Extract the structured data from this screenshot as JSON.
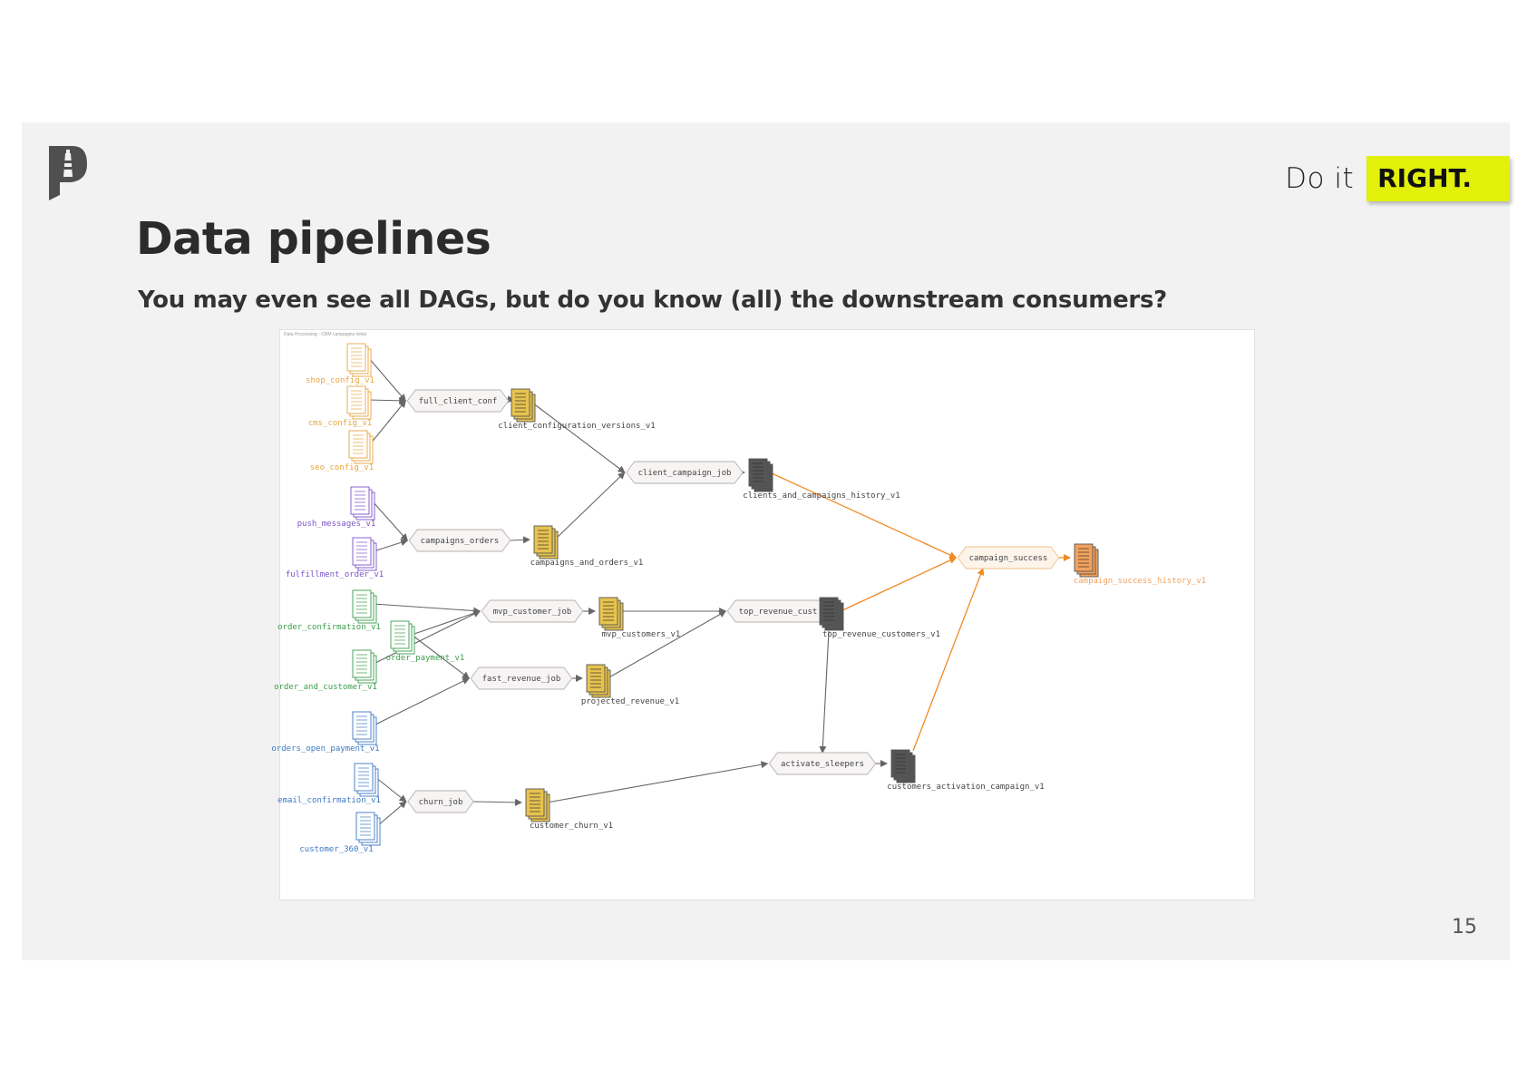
{
  "brand": {
    "prefix": "Do it",
    "highlight": "RIGHT."
  },
  "title": "Data pipelines",
  "subtitle": "You may even see all DAGs, but do you know (all) the downstream consumers?",
  "page_number": "15",
  "diagram": {
    "caption": "Data Processing - CRM campaigns initial",
    "colors": {
      "orange": "#e8a640",
      "purple": "#7a52c7",
      "green": "#3a9d4a",
      "blue": "#3a78c2",
      "yellow": "#e7c34f",
      "gray": "#555555",
      "peach": "#f2a25c",
      "edge": "#666666",
      "edge_highlight": "#f08a24"
    },
    "nodes": [
      {
        "id": "shop_config_v1",
        "label": "shop_config_v1",
        "kind": "dataset",
        "color": "orange"
      },
      {
        "id": "cms_config_v1",
        "label": "cms_config_v1",
        "kind": "dataset",
        "color": "orange"
      },
      {
        "id": "seo_config_v1",
        "label": "seo_config_v1",
        "kind": "dataset",
        "color": "orange"
      },
      {
        "id": "push_messages_v1",
        "label": "push_messages_v1",
        "kind": "dataset",
        "color": "purple"
      },
      {
        "id": "fulfillment_order_v1",
        "label": "fulfillment_order_v1",
        "kind": "dataset",
        "color": "purple"
      },
      {
        "id": "order_confirmation_v1",
        "label": "order_confirmation_v1",
        "kind": "dataset",
        "color": "green"
      },
      {
        "id": "order_payment_v1",
        "label": "order_payment_v1",
        "kind": "dataset",
        "color": "green"
      },
      {
        "id": "order_and_customer_v1",
        "label": "order_and_customer_v1",
        "kind": "dataset",
        "color": "green"
      },
      {
        "id": "orders_open_payment_v1",
        "label": "orders_open_payment_v1",
        "kind": "dataset",
        "color": "blue"
      },
      {
        "id": "email_confirmation_v1",
        "label": "email_confirmation_v1",
        "kind": "dataset",
        "color": "blue"
      },
      {
        "id": "customer_360_v1",
        "label": "customer_360_v1",
        "kind": "dataset",
        "color": "blue"
      },
      {
        "id": "full_client_conf",
        "label": "full_client_conf",
        "kind": "job"
      },
      {
        "id": "campaigns_orders",
        "label": "campaigns_orders",
        "kind": "job"
      },
      {
        "id": "mvp_customer_job",
        "label": "mvp_customer_job",
        "kind": "job"
      },
      {
        "id": "fast_revenue_job",
        "label": "fast_revenue_job",
        "kind": "job"
      },
      {
        "id": "churn_job",
        "label": "churn_job",
        "kind": "job"
      },
      {
        "id": "client_configuration_versions_v1",
        "label": "client_configuration_versions_v1",
        "kind": "dataset",
        "color": "yellow"
      },
      {
        "id": "campaigns_and_orders_v1",
        "label": "campaigns_and_orders_v1",
        "kind": "dataset",
        "color": "yellow"
      },
      {
        "id": "mvp_customers_v1",
        "label": "mvp_customers_v1",
        "kind": "dataset",
        "color": "yellow"
      },
      {
        "id": "projected_revenue_v1",
        "label": "projected_revenue_v1",
        "kind": "dataset",
        "color": "yellow"
      },
      {
        "id": "customer_churn_v1",
        "label": "customer_churn_v1",
        "kind": "dataset",
        "color": "yellow"
      },
      {
        "id": "client_campaign_job",
        "label": "client_campaign_job",
        "kind": "job"
      },
      {
        "id": "top_revenue_cust",
        "label": "top_revenue_cust",
        "kind": "job"
      },
      {
        "id": "activate_sleepers",
        "label": "activate_sleepers",
        "kind": "job"
      },
      {
        "id": "clients_and_campaigns_history_v1",
        "label": "clients_and_campaigns_history_v1",
        "kind": "dataset",
        "color": "gray"
      },
      {
        "id": "top_revenue_customers_v1",
        "label": "top_revenue_customers_v1",
        "kind": "dataset",
        "color": "gray"
      },
      {
        "id": "customers_activation_campaign_v1",
        "label": "customers_activation_campaign_v1",
        "kind": "dataset",
        "color": "gray"
      },
      {
        "id": "campaign_success",
        "label": "campaign_success",
        "kind": "job",
        "highlight": true
      },
      {
        "id": "campaign_success_history_v1",
        "label": "campaign_success_history_v1",
        "kind": "dataset",
        "color": "peach"
      }
    ],
    "edges": [
      {
        "from": "shop_config_v1",
        "to": "full_client_conf"
      },
      {
        "from": "cms_config_v1",
        "to": "full_client_conf"
      },
      {
        "from": "seo_config_v1",
        "to": "full_client_conf"
      },
      {
        "from": "full_client_conf",
        "to": "client_configuration_versions_v1"
      },
      {
        "from": "push_messages_v1",
        "to": "campaigns_orders"
      },
      {
        "from": "fulfillment_order_v1",
        "to": "campaigns_orders"
      },
      {
        "from": "campaigns_orders",
        "to": "campaigns_and_orders_v1"
      },
      {
        "from": "client_configuration_versions_v1",
        "to": "client_campaign_job"
      },
      {
        "from": "campaigns_and_orders_v1",
        "to": "client_campaign_job"
      },
      {
        "from": "client_campaign_job",
        "to": "clients_and_campaigns_history_v1"
      },
      {
        "from": "order_confirmation_v1",
        "to": "mvp_customer_job"
      },
      {
        "from": "order_payment_v1",
        "to": "mvp_customer_job"
      },
      {
        "from": "order_and_customer_v1",
        "to": "mvp_customer_job"
      },
      {
        "from": "order_payment_v1",
        "to": "fast_revenue_job"
      },
      {
        "from": "orders_open_payment_v1",
        "to": "fast_revenue_job"
      },
      {
        "from": "mvp_customer_job",
        "to": "mvp_customers_v1"
      },
      {
        "from": "fast_revenue_job",
        "to": "projected_revenue_v1"
      },
      {
        "from": "mvp_customers_v1",
        "to": "top_revenue_cust"
      },
      {
        "from": "projected_revenue_v1",
        "to": "top_revenue_cust"
      },
      {
        "from": "top_revenue_cust",
        "to": "top_revenue_customers_v1"
      },
      {
        "from": "top_revenue_customers_v1",
        "to": "activate_sleepers"
      },
      {
        "from": "email_confirmation_v1",
        "to": "churn_job"
      },
      {
        "from": "customer_360_v1",
        "to": "churn_job"
      },
      {
        "from": "churn_job",
        "to": "customer_churn_v1"
      },
      {
        "from": "customer_churn_v1",
        "to": "activate_sleepers"
      },
      {
        "from": "activate_sleepers",
        "to": "customers_activation_campaign_v1"
      },
      {
        "from": "clients_and_campaigns_history_v1",
        "to": "campaign_success",
        "highlight": true
      },
      {
        "from": "top_revenue_customers_v1",
        "to": "campaign_success",
        "highlight": true
      },
      {
        "from": "customers_activation_campaign_v1",
        "to": "campaign_success",
        "highlight": true
      },
      {
        "from": "campaign_success",
        "to": "campaign_success_history_v1",
        "highlight": true
      }
    ]
  }
}
